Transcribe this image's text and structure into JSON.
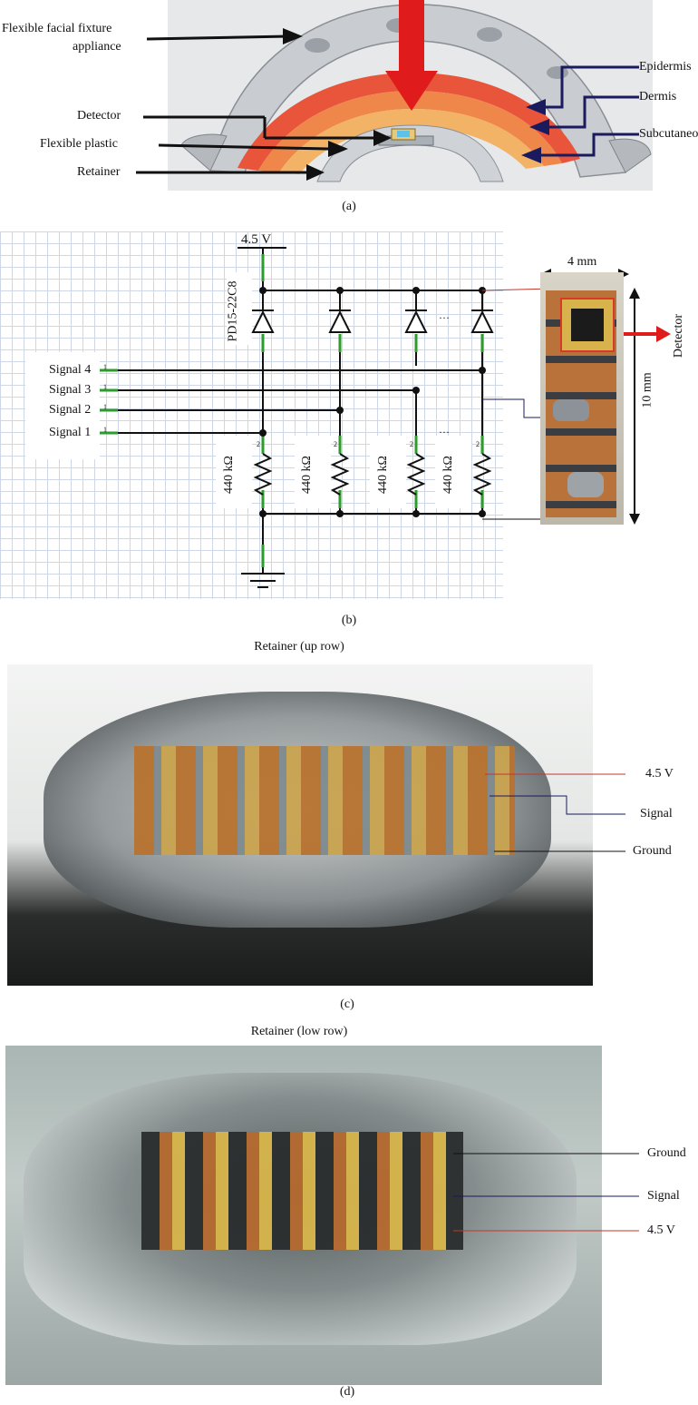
{
  "panel_a": {
    "caption": "(a)",
    "labels": {
      "appliance_line1": "Flexible facial fixture",
      "appliance_line2": "appliance",
      "detector": "Detector",
      "flexible_plastic": "Flexible plastic",
      "retainer": "Retainer",
      "epidermis": "Epidermis",
      "dermis": "Dermis",
      "subcutaneous": "Subcutaneous"
    },
    "colors": {
      "epidermis": "#e8553a",
      "dermis": "#f0874a",
      "subcutaneous": "#f3b366",
      "arrow": "#e01b1b",
      "navy": "#1a1a5e"
    }
  },
  "panel_b": {
    "caption": "(b)",
    "voltage": "4.5 V",
    "diode_part": "PD15-22C8",
    "resistor": "440 kΩ",
    "ellipsis": "···",
    "signals": [
      "Signal 4",
      "Signal 3",
      "Signal 2",
      "Signal 1"
    ],
    "pin1": "1",
    "pin2": "2",
    "width_label": "4 mm",
    "height_label": "10 mm",
    "detector_label": "Detector"
  },
  "panel_c": {
    "title": "Retainer (up row)",
    "caption": "(c)",
    "labels": {
      "v45": "4.5 V",
      "signal": "Signal",
      "ground": "Ground"
    }
  },
  "panel_d": {
    "title": "Retainer (low row)",
    "caption": "(d)",
    "labels": {
      "ground": "Ground",
      "signal": "Signal",
      "v45": "4.5 V"
    }
  }
}
